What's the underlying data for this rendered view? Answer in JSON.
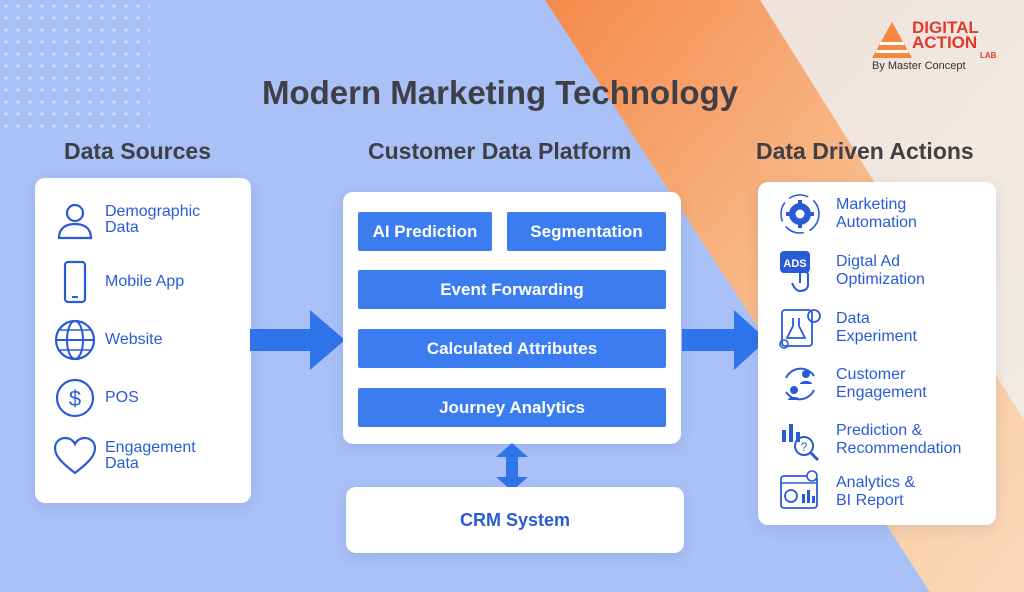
{
  "logo": {
    "line1": "DIGITAL",
    "line2": "ACTION",
    "line3": "LAB",
    "tagline": "By Master Concept"
  },
  "title": "Modern Marketing Technology",
  "columns": {
    "sources": "Data Sources",
    "platform": "Customer Data Platform",
    "actions": "Data Driven Actions"
  },
  "sources": [
    {
      "label": "Demographic Data",
      "icon": "person-icon"
    },
    {
      "label": "Mobile App",
      "icon": "mobile-phone-icon"
    },
    {
      "label": "Website",
      "icon": "globe-icon"
    },
    {
      "label": "POS",
      "icon": "dollar-coin-icon"
    },
    {
      "label": "Engagement Data",
      "icon": "heart-icon"
    }
  ],
  "platform": {
    "ai_prediction": "AI Prediction",
    "segmentation": "Segmentation",
    "event_forwarding": "Event Forwarding",
    "calculated_attributes": "Calculated Attributes",
    "journey_analytics": "Journey Analytics"
  },
  "crm": "CRM System",
  "actions": [
    {
      "line1": "Marketing",
      "line2": "Automation",
      "icon": "gear-automation-icon"
    },
    {
      "line1": "Digtal Ad",
      "line2": "Optimization",
      "icon": "ads-click-icon"
    },
    {
      "line1": "Data",
      "line2": "Experiment",
      "icon": "flask-experiment-icon"
    },
    {
      "line1": "Customer",
      "line2": "Engagement",
      "icon": "engagement-cycle-icon"
    },
    {
      "line1": "Prediction &",
      "line2": "Recommendation",
      "icon": "prediction-chart-icon"
    },
    {
      "line1": "Analytics &",
      "line2": "BI Report",
      "icon": "bi-report-icon"
    }
  ],
  "colors": {
    "accent": "#3b7cf0",
    "text_blue": "#2a5bd7",
    "title": "#3f3f46",
    "orange": "#f6a05e",
    "bg_blue": "#a9c1f7"
  }
}
